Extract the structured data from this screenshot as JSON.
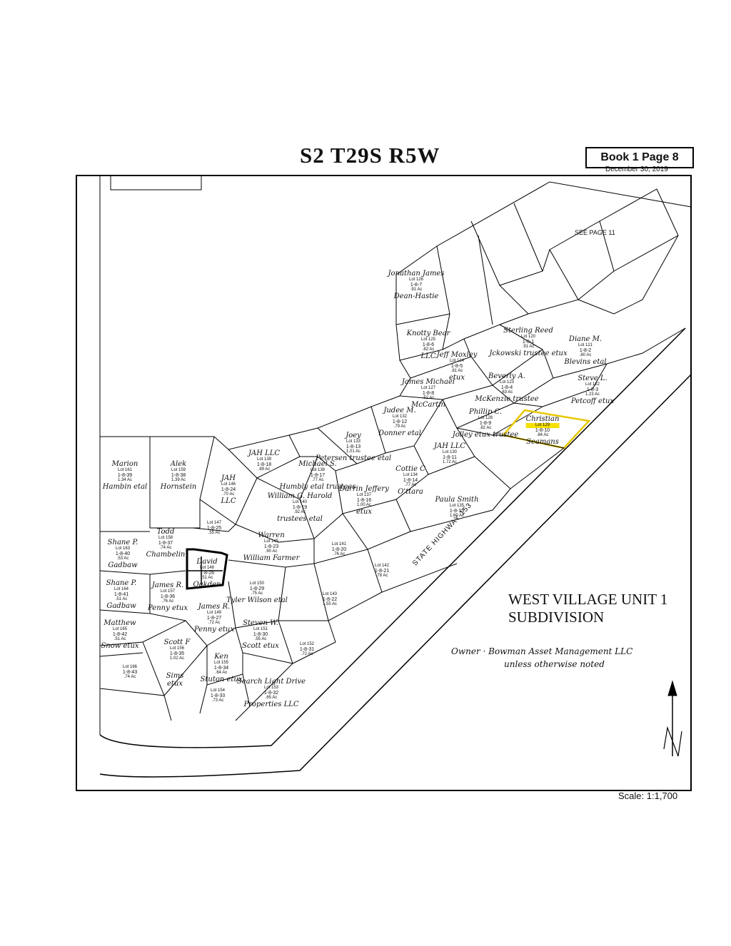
{
  "header": {
    "title": "S2   T29S R5W",
    "book_label": "Book 1 Page 8",
    "date": "December 30, 2019"
  },
  "map": {
    "see_page": "SEE PAGE 11",
    "highway": "STATE HIGHWAY 153",
    "subdivision": "WEST VILLAGE UNIT 1\nSUBDIVISION",
    "owner_note": "Owner · Bowman Asset Management LLC",
    "unless_note": "unless otherwise noted",
    "scale": "Scale: 1:1,700",
    "north_icon": "north-arrow-icon",
    "highlight_color": "#f5e000",
    "lots": [
      {
        "owner": "Jonathan James",
        "lot": "Lot 126",
        "parcel": "1-8-7",
        "acres": ".91 Ac",
        "owner2": "Dean-Hastie"
      },
      {
        "owner": "Knotty Bear",
        "lot": "Lot 125",
        "parcel": "1-8-6",
        "acres": ".82 Ac",
        "owner2": "LLC"
      },
      {
        "owner": "Sterling Reed",
        "lot": "Lot 120",
        "parcel": "1-8-1",
        "acres": ".91 Ac",
        "owner2": "Jckowski trustee etux"
      },
      {
        "owner": "Diane M.",
        "lot": "Lot 121",
        "parcel": "1-8-2",
        "acres": ".80 Ac",
        "owner2": "Blevins etal"
      },
      {
        "owner": "Jeff Moxley",
        "lot": "Lot 124",
        "parcel": "1-8-5",
        "acres": ".81 Ac",
        "owner2": "etux"
      },
      {
        "owner": "Beverly A.",
        "lot": "Lot 123",
        "parcel": "1-8-4",
        "acres": ".63 Ac",
        "owner2": "McKenzie trustee"
      },
      {
        "owner": "Steve L.",
        "lot": "Lot 122",
        "parcel": "1-8-3",
        "acres": "1.23 Ac",
        "owner2": "Petcoff etux"
      },
      {
        "owner": "James Michael",
        "lot": "Lot 127",
        "parcel": "1-8-8",
        "acres": ".52 Ac",
        "owner2": "McCartin"
      },
      {
        "owner": "Phillip C.",
        "lot": "Lot 128",
        "parcel": "1-8-9",
        "acres": ".82 Ac",
        "owner2": "Jolley etux trustee"
      },
      {
        "owner": "Christian",
        "lot": "Lot 129",
        "parcel": "1-8-10",
        "acres": ".84 Ac",
        "owner2": "Seamans"
      },
      {
        "owner": "Judee M.",
        "lot": "Lot 132",
        "parcel": "1-8-12",
        "acres": ".79 Ac",
        "owner2": "Donner etal"
      },
      {
        "owner": "JAH LLC",
        "lot": "Lot 130",
        "parcel": "1-8-11",
        "acres": "1.72 Ac",
        "owner2": ""
      },
      {
        "owner": "Joey",
        "lot": "Lot 133",
        "parcel": "1-8-13",
        "acres": "1.01 Ac",
        "owner2": "Petersen trustee etal"
      },
      {
        "owner": "JAH LLC",
        "lot": "Lot 139",
        "parcel": "1-8-18",
        "acres": ".89 Ac",
        "owner2": ""
      },
      {
        "owner": "Michael S.",
        "lot": "Lot 138",
        "parcel": "1-8-17",
        "acres": ".77 Ac",
        "owner2": "Humbly etal trustees"
      },
      {
        "owner": "Cottie C",
        "lot": "Lot 134",
        "parcel": "1-8-14",
        "acres": ".77 Ac",
        "owner2": "O'ttara"
      },
      {
        "owner": "Darrin Jeffery",
        "lot": "Lot 137",
        "parcel": "1-8-16",
        "acres": "1.00 Ac",
        "owner2": "etux"
      },
      {
        "owner": "Paula Smith",
        "lot": "Lot 135",
        "parcel": "1-8-15",
        "acres": "1.60 Ac",
        "owner2": ""
      },
      {
        "owner": "Marion",
        "lot": "Lot 161",
        "parcel": "1-8-39",
        "acres": "1.34 Ac",
        "owner2": "Hambin etal"
      },
      {
        "owner": "Alek",
        "lot": "Lot 159",
        "parcel": "1-8-38",
        "acres": "1.39 Ac",
        "owner2": "Hornstein"
      },
      {
        "owner": "JAH",
        "lot": "Lot 146",
        "parcel": "1-8-24",
        "acres": ".70 Ac",
        "owner2": "LLC"
      },
      {
        "owner": "William G. Harold",
        "lot": "Lot 140",
        "parcel": "1-8-19",
        "acres": ".92 Ac",
        "owner2": "trustees etal"
      },
      {
        "owner": "Warren",
        "lot": "Lot 145",
        "parcel": "1-8-23",
        "acres": ".90 Ac",
        "owner2": "William Farmer"
      },
      {
        "owner": "",
        "lot": "Lot 147",
        "parcel": "1-8-25",
        "acres": ".55 Ac",
        "owner2": ""
      },
      {
        "owner": "",
        "lot": "Lot 141",
        "parcel": "1-8-20",
        "acres": ".76 Ac",
        "owner2": ""
      },
      {
        "owner": "",
        "lot": "Lot 142",
        "parcel": "1-8-21",
        "acres": ".78 Ac",
        "owner2": ""
      },
      {
        "owner": "Todd",
        "lot": "Lot 158",
        "parcel": "1-8-37",
        "acres": ".74 Ac",
        "owner2": "Chambelin"
      },
      {
        "owner": "Shane P.",
        "lot": "Lot 163",
        "parcel": "1-8-40",
        "acres": ".53 Ac",
        "owner2": "Gadbaw"
      },
      {
        "owner": "David",
        "lot": "Lot 148",
        "parcel": "1-8-26",
        "acres": ".51 Ac",
        "owner2": "Oakden"
      },
      {
        "owner": "",
        "lot": "Lot 150",
        "parcel": "1-8-29",
        "acres": ".75 Ac",
        "owner2": "Tyler Wilson etal"
      },
      {
        "owner": "",
        "lot": "Lot 143",
        "parcel": "1-8-22",
        "acres": "1.55 Ac",
        "owner2": ""
      },
      {
        "owner": "Shane P.",
        "lot": "Lot 164",
        "parcel": "1-8-41",
        "acres": ".51 Ac",
        "owner2": "Gadbaw"
      },
      {
        "owner": "James R.",
        "lot": "Lot 157",
        "parcel": "1-8-36",
        "acres": ".76 Ac",
        "owner2": "Penny etux"
      },
      {
        "owner": "James R.",
        "lot": "Lot 149",
        "parcel": "1-8-27",
        "acres": ".72 Ac",
        "owner2": "Penny etux"
      },
      {
        "owner": "Steven W.",
        "lot": "Lot 151",
        "parcel": "1-8-30",
        "acres": ".55 Ac",
        "owner2": "Scott etux"
      },
      {
        "owner": "Matthew",
        "lot": "Lot 165",
        "parcel": "1-8-42",
        "acres": ".51 Ac",
        "owner2": "Snow etux"
      },
      {
        "owner": "Scott F",
        "lot": "Lot 156",
        "parcel": "1-8-35",
        "acres": "1.02 Ac",
        "owner2": ""
      },
      {
        "owner": "",
        "lot": "Lot 152",
        "parcel": "1-8-31",
        "acres": ".72 Ac",
        "owner2": ""
      },
      {
        "owner": "",
        "lot": "Lot 166",
        "parcel": "1-8-43",
        "acres": ".74 Ac",
        "owner2": ""
      },
      {
        "owner": "Sims",
        "lot": "",
        "parcel": "",
        "acres": "",
        "owner2": "etux"
      },
      {
        "owner": "Ken",
        "lot": "Lot 155",
        "parcel": "1-8-34",
        "acres": ".64 Ac",
        "owner2": "Stuton etux"
      },
      {
        "owner": "Search Light Drive",
        "lot": "Lot 153",
        "parcel": "1-8-32",
        "acres": ".65 Ac",
        "owner2": "Properties LLC"
      },
      {
        "owner": "",
        "lot": "Lot 154",
        "parcel": "1-8-33",
        "acres": ".73 Ac",
        "owner2": ""
      }
    ]
  }
}
